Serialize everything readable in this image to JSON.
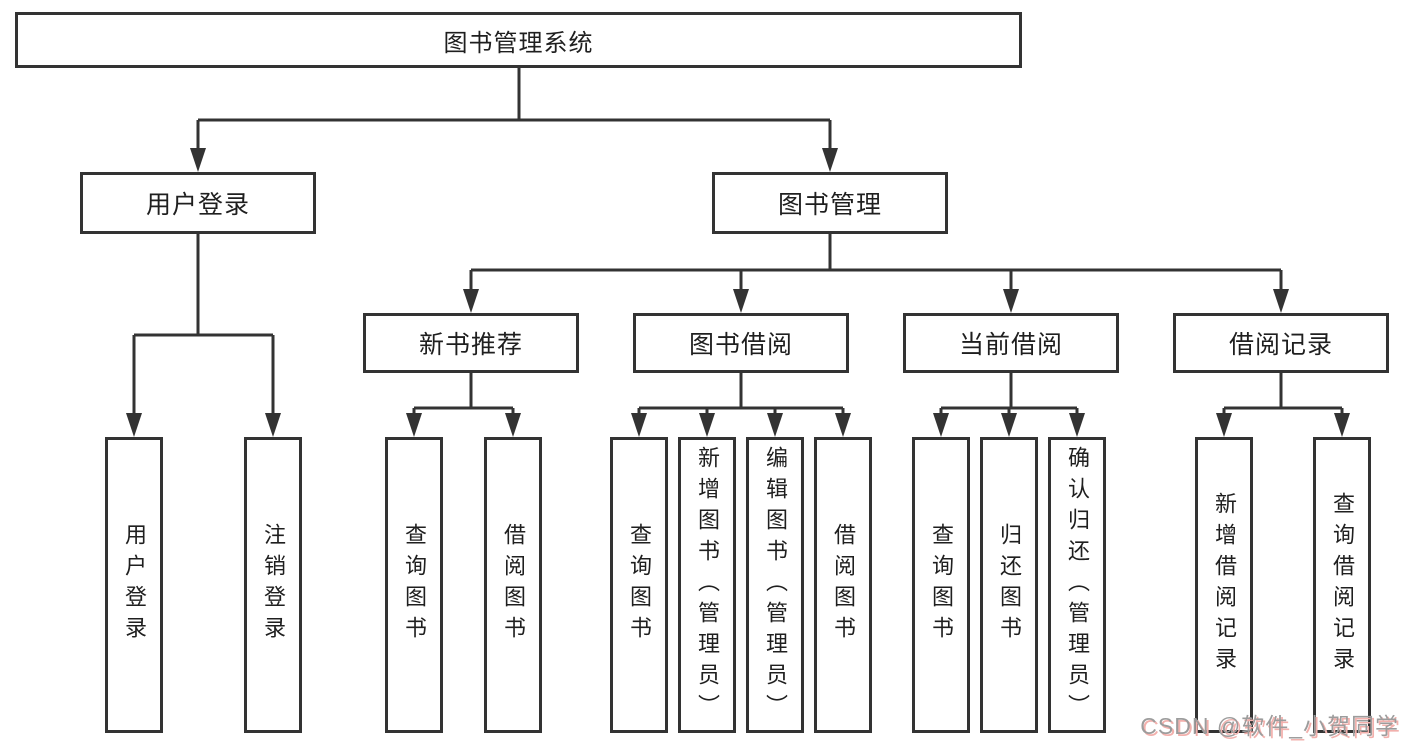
{
  "root": {
    "label": "图书管理系统"
  },
  "level2": [
    {
      "label": "用户登录"
    },
    {
      "label": "图书管理"
    }
  ],
  "level3": [
    {
      "label": "新书推荐"
    },
    {
      "label": "图书借阅"
    },
    {
      "label": "当前借阅"
    },
    {
      "label": "借阅记录"
    }
  ],
  "leaves": [
    {
      "label": "用户登录"
    },
    {
      "label": "注销登录"
    },
    {
      "label": "查询图书"
    },
    {
      "label": "借阅图书"
    },
    {
      "label": "查询图书"
    },
    {
      "label": "新增图书（管理员）"
    },
    {
      "label": "编辑图书（管理员）"
    },
    {
      "label": "借阅图书"
    },
    {
      "label": "查询图书"
    },
    {
      "label": "归还图书"
    },
    {
      "label": "确认归还（管理员）"
    },
    {
      "label": "新增借阅记录"
    },
    {
      "label": "查询借阅记录"
    }
  ],
  "watermark": {
    "text": "CSDN @软件_小贺同学"
  },
  "colors": {
    "line": "#333333",
    "box_border": "#333333",
    "background": "#ffffff",
    "text": "#1f1f1f",
    "watermark_gray": "#9c9c9c",
    "watermark_shadow_red": "#f2b0ac"
  }
}
